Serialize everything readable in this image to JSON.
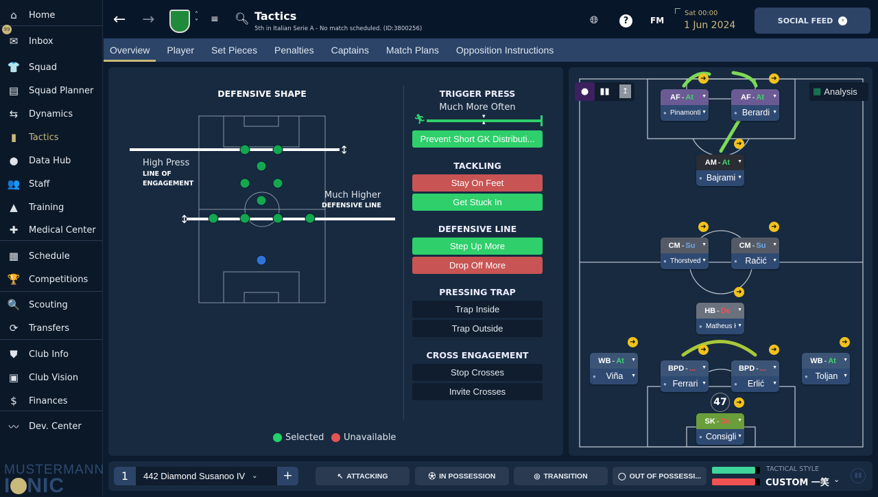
{
  "sidebar": {
    "items": [
      {
        "label": "Home",
        "icon": "home-icon",
        "glyph": "⌂"
      },
      {
        "label": "Inbox",
        "icon": "inbox-icon",
        "glyph": "✉"
      },
      {
        "label": "Squad",
        "icon": "shirt-icon",
        "glyph": "👕"
      },
      {
        "label": "Squad Planner",
        "icon": "clipboard-icon",
        "glyph": "▤"
      },
      {
        "label": "Dynamics",
        "icon": "dynamics-icon",
        "glyph": "⇆"
      },
      {
        "label": "Tactics",
        "icon": "tactics-board-icon",
        "glyph": "▮"
      },
      {
        "label": "Data Hub",
        "icon": "data-hub-icon",
        "glyph": "●"
      },
      {
        "label": "Staff",
        "icon": "staff-icon",
        "glyph": "👥"
      },
      {
        "label": "Training",
        "icon": "training-cone-icon",
        "glyph": "▲"
      },
      {
        "label": "Medical Center",
        "icon": "medical-kit-icon",
        "glyph": "✚"
      },
      {
        "label": "Schedule",
        "icon": "calendar-icon",
        "glyph": "▦"
      },
      {
        "label": "Competitions",
        "icon": "trophy-icon",
        "glyph": "🏆"
      },
      {
        "label": "Scouting",
        "icon": "magnifier-icon",
        "glyph": "🔍"
      },
      {
        "label": "Transfers",
        "icon": "transfer-icon",
        "glyph": "⟳"
      },
      {
        "label": "Club Info",
        "icon": "shield-icon",
        "glyph": "⛊"
      },
      {
        "label": "Club Vision",
        "icon": "briefcase-icon",
        "glyph": "▣"
      },
      {
        "label": "Finances",
        "icon": "money-icon",
        "glyph": "$"
      },
      {
        "label": "Dev. Center",
        "icon": "trend-icon",
        "glyph": "〰"
      }
    ],
    "active": "Tactics",
    "inbox_badge": "99",
    "logo": "MUSTERMANN ICONIC"
  },
  "header": {
    "title": "Tactics",
    "subtitle": "5th in Italian Serie A - No match scheduled. (ID:3800256)",
    "fm": "FM",
    "day_time": "Sat 00:00",
    "date": "1 Jun 2024",
    "social_feed": "SOCIAL FEED"
  },
  "tabs": [
    "Overview",
    "Player",
    "Set Pieces",
    "Penalties",
    "Captains",
    "Match Plans",
    "Opposition Instructions"
  ],
  "defensive_shape": {
    "title": "DEFENSIVE SHAPE",
    "press_value": "High Press",
    "press_label1": "LINE OF",
    "press_label2": "ENGAGEMENT",
    "line_value": "Much Higher",
    "line_label": "DEFENSIVE LINE",
    "legend_selected": "Selected",
    "legend_unavailable": "Unavailable",
    "color_selected": "#22d36b",
    "color_unavailable": "#e25555"
  },
  "instructions": {
    "trigger_title": "TRIGGER PRESS",
    "trigger_value": "Much More Often",
    "trigger_level": 0.85,
    "prevent_gk": "Prevent Short GK Distributi...",
    "tackling_title": "TACKLING",
    "stay_on_feet": "Stay On Feet",
    "get_stuck_in": "Get Stuck In",
    "line_title": "DEFENSIVE LINE",
    "step_up": "Step Up More",
    "drop_off": "Drop Off More",
    "trap_title": "PRESSING TRAP",
    "trap_inside": "Trap Inside",
    "trap_outside": "Trap Outside",
    "cross_title": "CROSS ENGAGEMENT",
    "stop_crosses": "Stop Crosses",
    "invite_crosses": "Invite Crosses"
  },
  "pitch": {
    "analysis": "Analysis",
    "gk_number": "47",
    "players": [
      {
        "pos": "AF",
        "duty": "At",
        "name": "Pinamonti",
        "role_color": "#6b5b95",
        "duty_color": "#3fd46a"
      },
      {
        "pos": "AF",
        "duty": "At",
        "name": "Berardi",
        "role_color": "#6b5b95",
        "duty_color": "#3fd46a"
      },
      {
        "pos": "AM",
        "duty": "At",
        "name": "Bajrami",
        "role_color": "#2a2d33",
        "duty_color": "#3fd46a"
      },
      {
        "pos": "CM",
        "duty": "Su",
        "name": "Thorstvedt",
        "role_color": "#545b66",
        "duty_color": "#6fa8e8"
      },
      {
        "pos": "CM",
        "duty": "Su",
        "name": "Račić",
        "role_color": "#545b66",
        "duty_color": "#6fa8e8"
      },
      {
        "pos": "HB",
        "duty": "De",
        "name": "Matheus He...",
        "role_color": "#6a727e",
        "duty_color": "#ff4c4c"
      },
      {
        "pos": "WB",
        "duty": "At",
        "name": "Viña",
        "role_color": "#3c5577",
        "duty_color": "#3fd46a"
      },
      {
        "pos": "BPD",
        "duty": "...",
        "name": "Ferrari",
        "role_color": "#3c5577",
        "duty_color": "#ff4c4c"
      },
      {
        "pos": "BPD",
        "duty": "...",
        "name": "Erlić",
        "role_color": "#3c5577",
        "duty_color": "#ff4c4c"
      },
      {
        "pos": "WB",
        "duty": "At",
        "name": "Toljan",
        "role_color": "#3c5577",
        "duty_color": "#3fd46a"
      },
      {
        "pos": "SK",
        "duty": "De",
        "name": "Consigli",
        "role_color": "#6a9e3a",
        "duty_color": "#ff4c4c"
      }
    ]
  },
  "bottom": {
    "slot": "1",
    "tactic_name": "442 Diamond Susanoo IV",
    "attacking": "ATTACKING",
    "in_possession": "IN POSSESSION",
    "transition": "TRANSITION",
    "out_of_possession": "OUT OF POSSESSI...",
    "style_label": "TACTICAL STYLE",
    "style_value": "CUSTOM 一笑",
    "bar_green": 0.9,
    "bar_red": 0.9
  }
}
